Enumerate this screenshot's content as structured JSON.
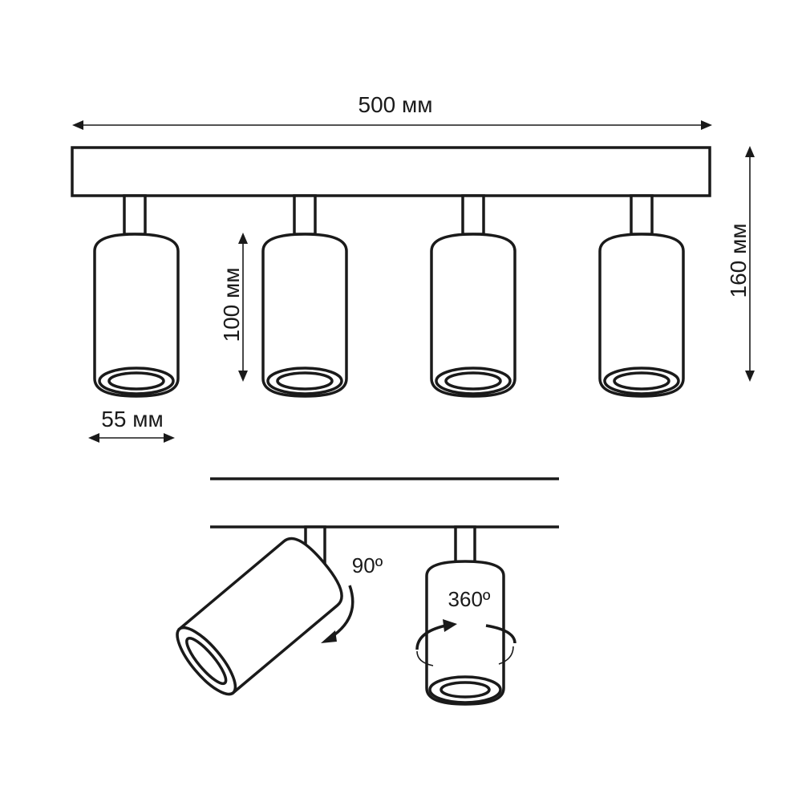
{
  "dimensions": {
    "width_label": "500 мм",
    "height_label": "160 мм",
    "shade_height_label": "100 мм",
    "shade_diameter_label": "55 мм"
  },
  "rotation": {
    "tilt_label": "90º",
    "swivel_label": "360º"
  },
  "spotlight_count": 4
}
